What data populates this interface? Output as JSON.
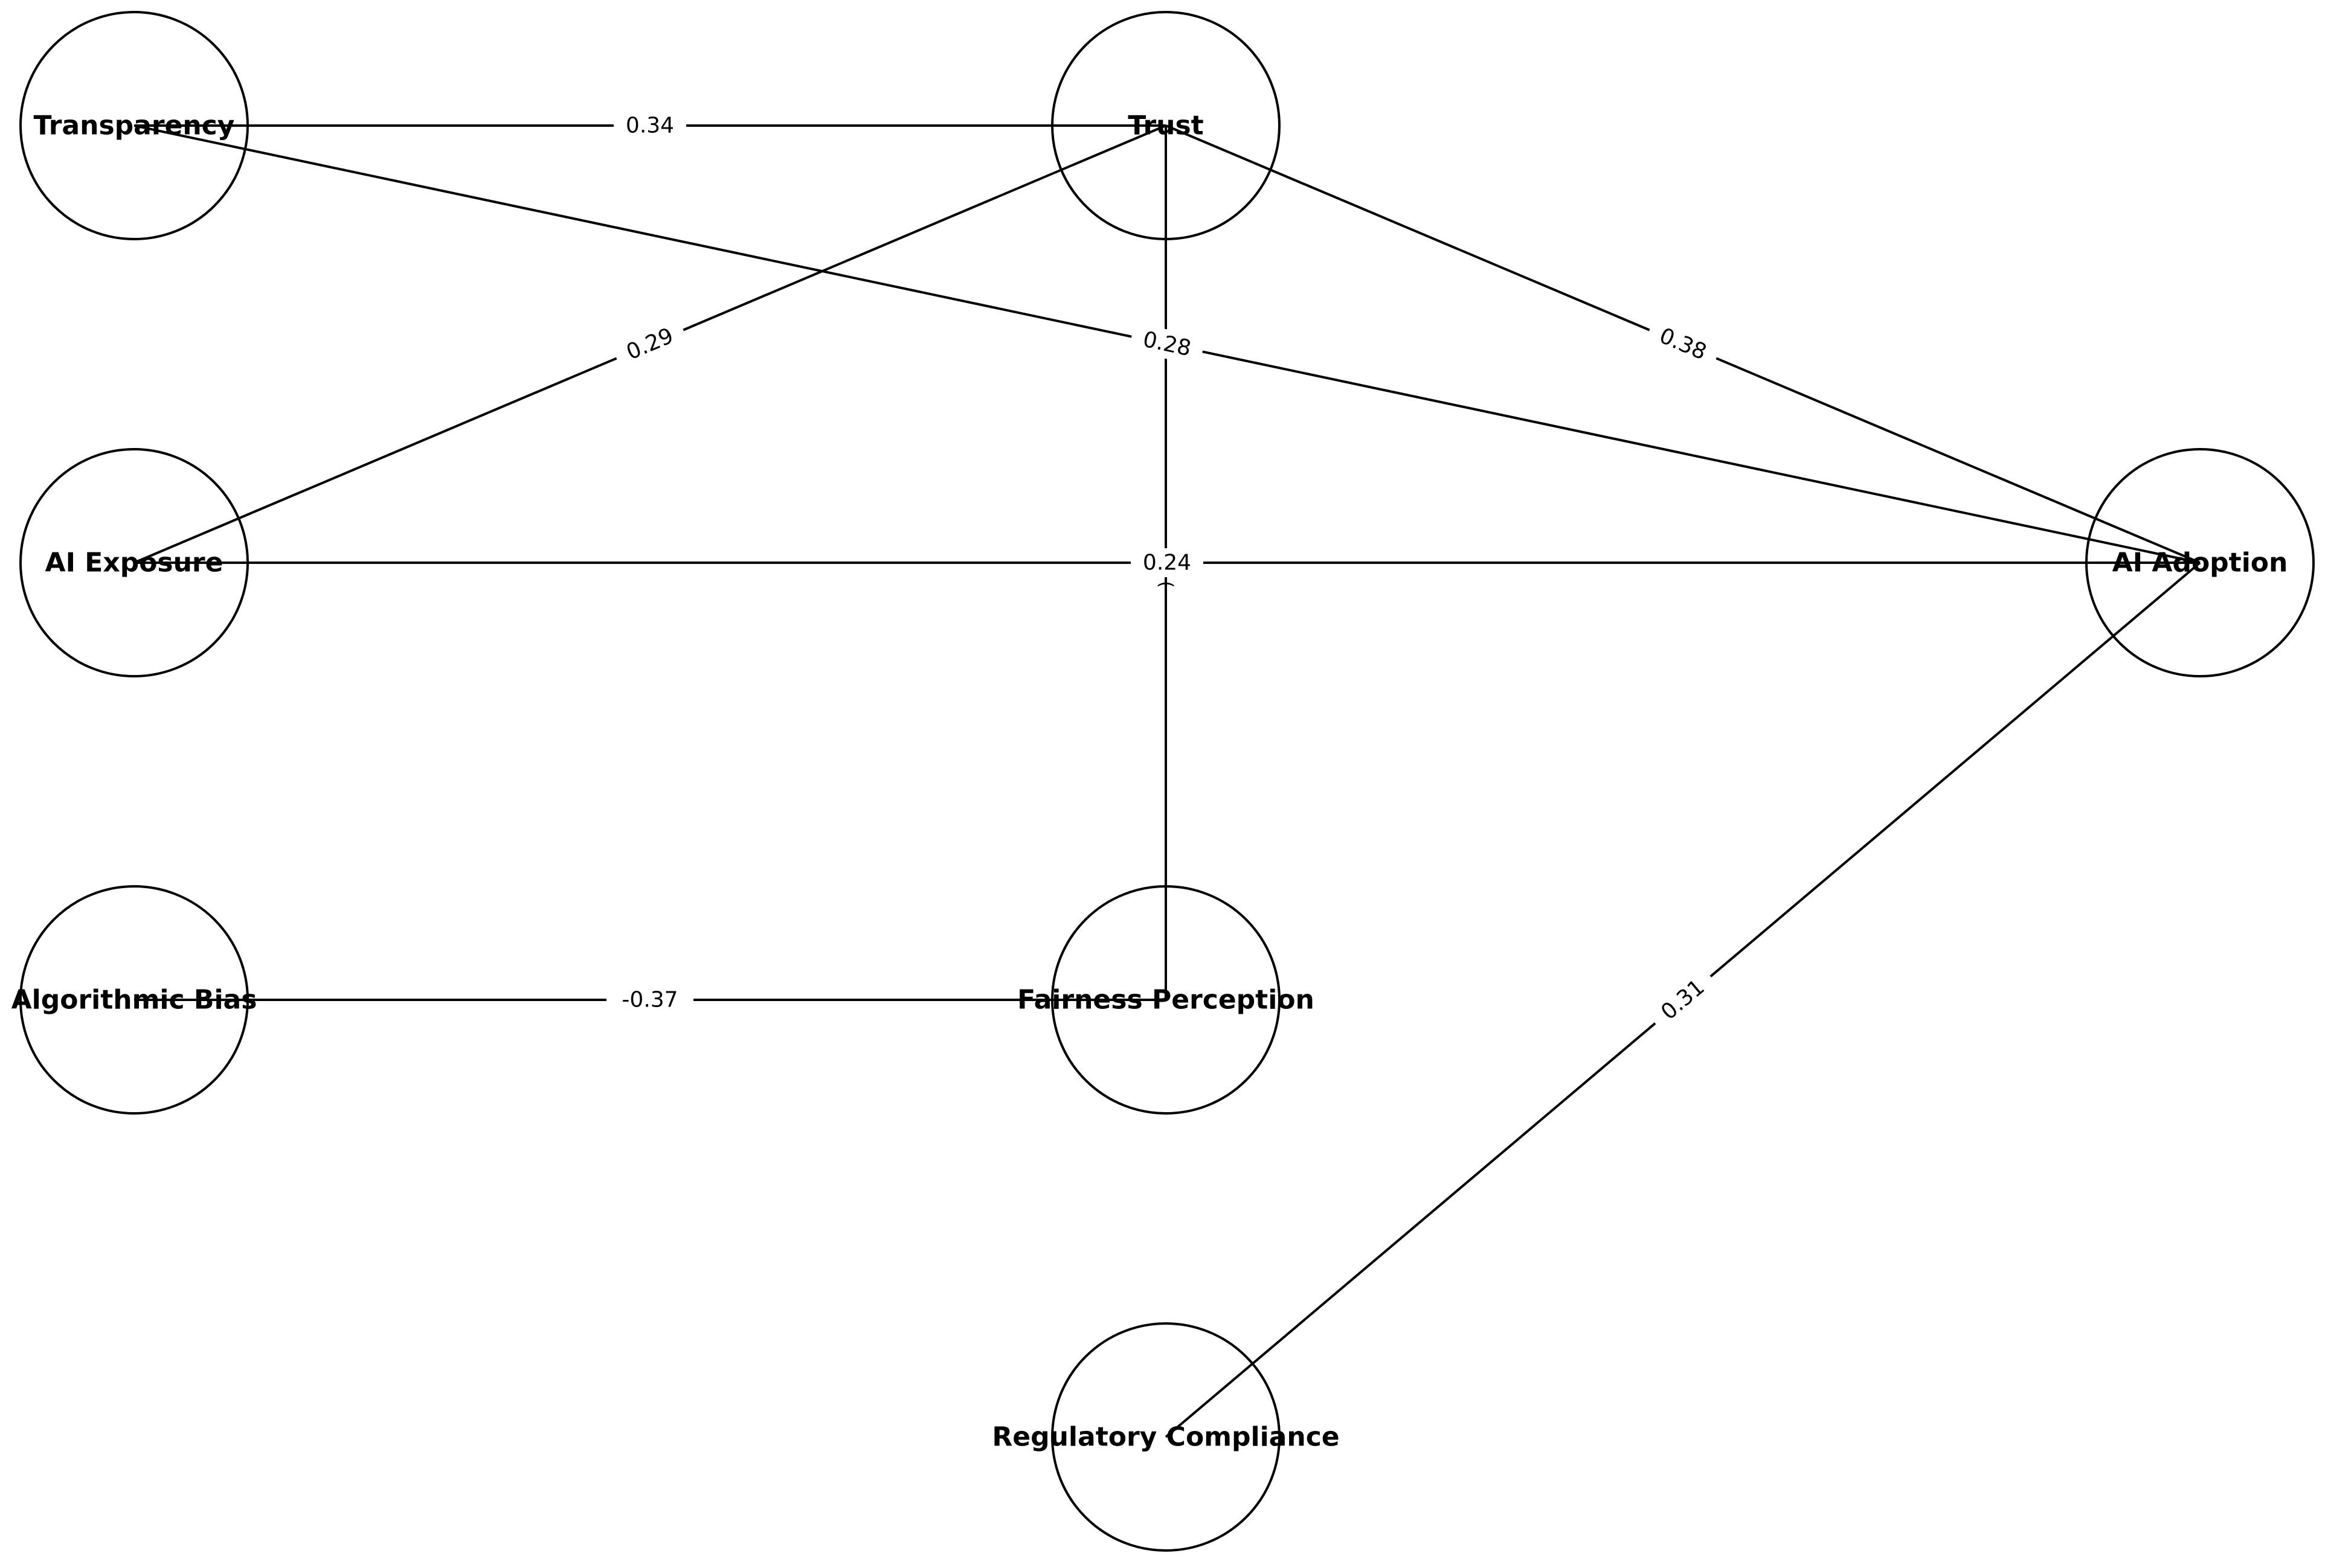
{
  "diagram": {
    "nodes": [
      {
        "id": "transparency",
        "label": "Transparency"
      },
      {
        "id": "trust",
        "label": "Trust"
      },
      {
        "id": "ai_exposure",
        "label": "AI Exposure"
      },
      {
        "id": "ai_adoption",
        "label": "AI Adoption"
      },
      {
        "id": "algorithmic_bias",
        "label": "Algorithmic Bias"
      },
      {
        "id": "fairness_perception",
        "label": "Fairness Perception"
      },
      {
        "id": "regulatory_compliance",
        "label": "Regulatory Compliance"
      }
    ],
    "edges": [
      {
        "id": "transparency-trust",
        "from": "transparency",
        "to": "trust",
        "weight": "0.34"
      },
      {
        "id": "transparency-ai_adoption",
        "from": "transparency",
        "to": "ai_adoption",
        "weight": "0.28"
      },
      {
        "id": "ai_exposure-trust",
        "from": "ai_exposure",
        "to": "trust",
        "weight": "0.29"
      },
      {
        "id": "trust-ai_adoption",
        "from": "trust",
        "to": "ai_adoption",
        "weight": "0.38"
      },
      {
        "id": "ai_exposure-ai_adoption",
        "from": "ai_exposure",
        "to": "ai_adoption",
        "weight": "0.24"
      },
      {
        "id": "trust-fairness_perception",
        "from": "trust",
        "to": "fairness_perception",
        "weight": ""
      },
      {
        "id": "algorithmic_bias-fairness_perception",
        "from": "algorithmic_bias",
        "to": "fairness_perception",
        "weight": "-0.37"
      },
      {
        "id": "regulatory_compliance-ai_adoption",
        "from": "regulatory_compliance",
        "to": "ai_adoption",
        "weight": "0.31"
      }
    ]
  }
}
